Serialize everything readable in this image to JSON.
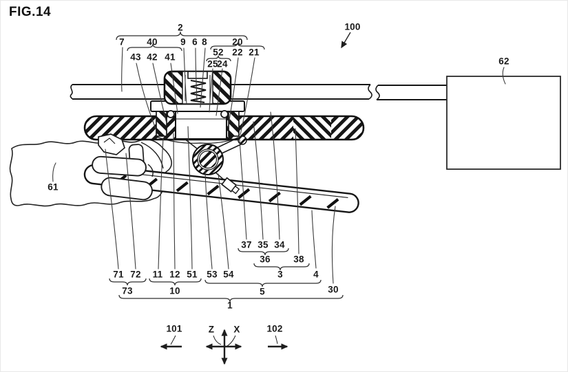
{
  "figure_label": "FIG.14",
  "ref": {
    "n1": "1",
    "n2": "2",
    "n3": "3",
    "n4": "4",
    "n5": "5",
    "n6": "6",
    "n7": "7",
    "n8": "8",
    "n9": "9",
    "n10": "10",
    "n11": "11",
    "n12": "12",
    "n20": "20",
    "n21": "21",
    "n22": "22",
    "n24": "24",
    "n25": "25",
    "n30": "30",
    "n34": "34",
    "n35": "35",
    "n36": "36",
    "n37": "37",
    "n38": "38",
    "n40": "40",
    "n41": "41",
    "n42": "42",
    "n43": "43",
    "n51": "51",
    "n52": "52",
    "n53": "53",
    "n54": "54",
    "n61": "61",
    "n62": "62",
    "n71": "71",
    "n72": "72",
    "n73": "73",
    "n100": "100",
    "n101": "101",
    "n102": "102"
  },
  "axis": {
    "z": "Z",
    "x": "X"
  },
  "colors": {
    "ink": "#1a1a1a",
    "leader": "#3a3a3a",
    "background": "#ffffff"
  }
}
